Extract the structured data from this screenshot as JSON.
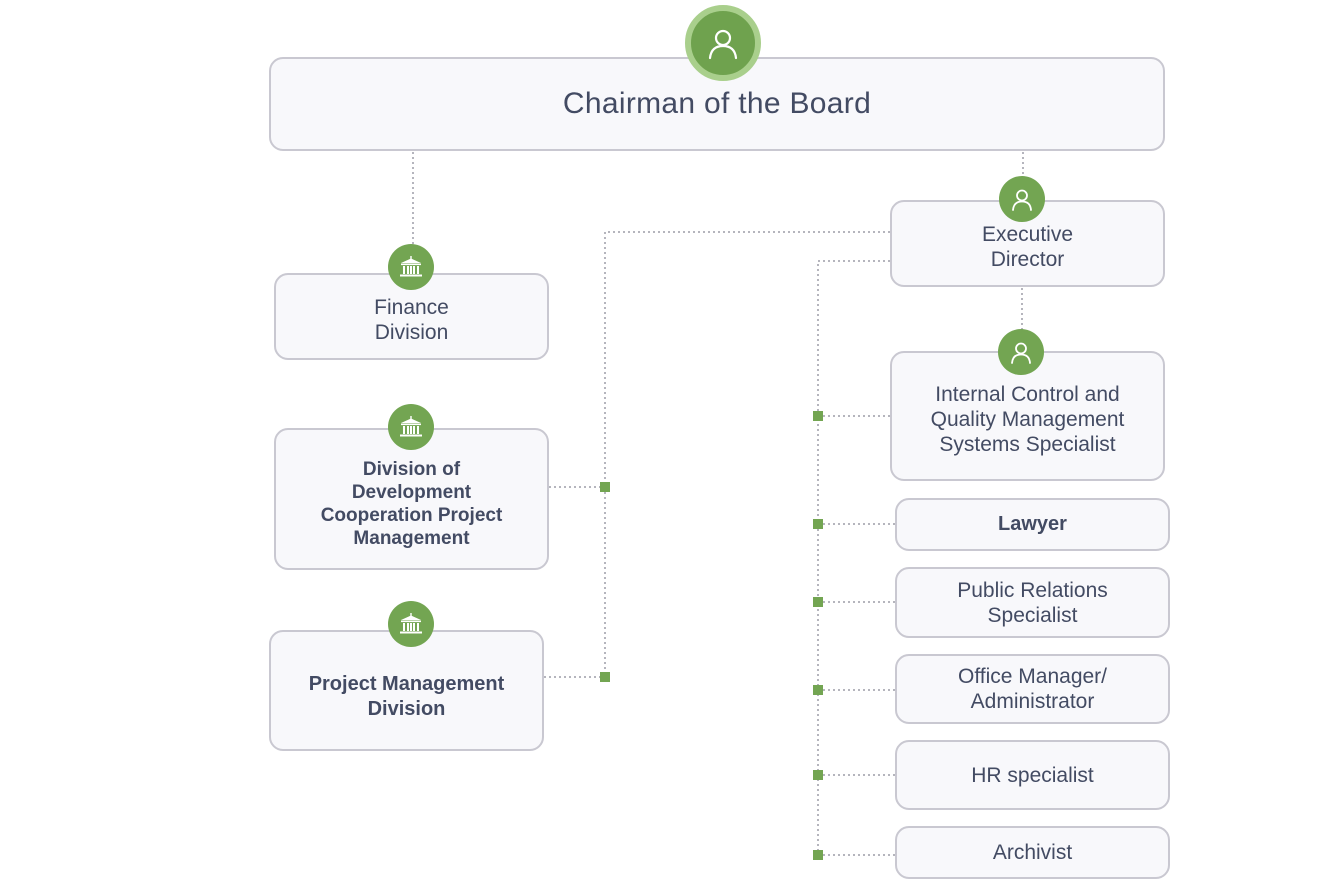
{
  "colors": {
    "accent_green": "#73a552",
    "accent_green_light": "#a9cf8c",
    "box_border": "#c9c8d1",
    "box_fill": "#f8f8fb",
    "text": "#434b63",
    "connector": "#b5b5bd"
  },
  "chairman": {
    "label": "Chairman of the Board",
    "icon": "person-icon"
  },
  "left_divisions": [
    {
      "label": "Finance\nDivision",
      "icon": "building-icon"
    },
    {
      "label": "Division of\nDevelopment\nCooperation Project\nManagement",
      "icon": "building-icon"
    },
    {
      "label": "Project Management\nDivision",
      "icon": "building-icon"
    }
  ],
  "executive_director": {
    "label": "Executive\nDirector",
    "icon": "person-icon"
  },
  "specialists": [
    {
      "label": "Internal Control and\nQuality Management\nSystems Specialist",
      "icon": "person-icon"
    },
    {
      "label": "Lawyer"
    },
    {
      "label": "Public Relations\nSpecialist"
    },
    {
      "label": "Office Manager/\nAdministrator"
    },
    {
      "label": "HR specialist"
    },
    {
      "label": "Archivist"
    }
  ]
}
